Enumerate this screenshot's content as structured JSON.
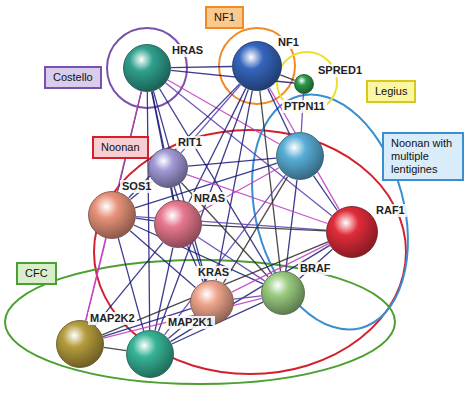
{
  "diagram": {
    "nodes": [
      {
        "text": [
          "HRAS"
        ]
      },
      {
        "text": [
          "NF1"
        ]
      },
      {
        "text": [
          "SPRED1"
        ]
      },
      {
        "text": [
          "PTPN11"
        ]
      },
      {
        "text": [
          "RIT1"
        ]
      },
      {
        "text": [
          "SOS1"
        ]
      },
      {
        "text": [
          "NRAS"
        ]
      },
      {
        "text": [
          "RAF1"
        ]
      },
      {
        "text": [
          "KRAS"
        ]
      },
      {
        "text": [
          "BRAF"
        ]
      },
      {
        "text": [
          "MAP2K2"
        ]
      },
      {
        "text": [
          "MAP2K1"
        ]
      },
      {
        "text": [
          "Costello"
        ]
      },
      {
        "text": [
          "NF1"
        ]
      },
      {
        "text": [
          "Legius"
        ]
      },
      {
        "text": [
          "Noonan"
        ]
      },
      {
        "text": [
          "Noonan with multiple lentigines"
        ]
      },
      {
        "text": [
          "CFC"
        ]
      }
    ],
    "edges": [
      {
        "from": 0,
        "to": 1,
        "arrow": "none"
      },
      {
        "from": 0,
        "to": 2,
        "arrow": "none"
      },
      {
        "from": 0,
        "to": 3,
        "arrow": "none"
      },
      {
        "from": 0,
        "to": 4,
        "arrow": "none"
      },
      {
        "from": 0,
        "to": 5,
        "arrow": "none"
      },
      {
        "from": 0,
        "to": 6,
        "arrow": "none"
      },
      {
        "from": 0,
        "to": 7,
        "arrow": "none"
      },
      {
        "from": 0,
        "to": 8,
        "arrow": "none"
      },
      {
        "from": 0,
        "to": 9,
        "arrow": "none"
      },
      {
        "from": 0,
        "to": 10,
        "arrow": "none"
      },
      {
        "from": 0,
        "to": 11,
        "arrow": "none"
      },
      {
        "from": 1,
        "to": 2,
        "arrow": "none"
      },
      {
        "from": 1,
        "to": 3,
        "arrow": "none"
      },
      {
        "from": 1,
        "to": 4,
        "arrow": "none"
      },
      {
        "from": 1,
        "to": 5,
        "arrow": "none"
      },
      {
        "from": 1,
        "to": 6,
        "arrow": "none"
      },
      {
        "from": 1,
        "to": 7,
        "arrow": "none"
      },
      {
        "from": 1,
        "to": 8,
        "arrow": "none"
      },
      {
        "from": 1,
        "to": 9,
        "arrow": "none"
      },
      {
        "from": 1,
        "to": 11,
        "arrow": "none"
      },
      {
        "from": 2,
        "to": 3,
        "arrow": "none"
      },
      {
        "from": 3,
        "to": 4,
        "arrow": "none"
      },
      {
        "from": 3,
        "to": 5,
        "arrow": "none"
      },
      {
        "from": 3,
        "to": 6,
        "arrow": "none"
      },
      {
        "from": 3,
        "to": 7,
        "arrow": "none"
      },
      {
        "from": 3,
        "to": 8,
        "arrow": "none"
      },
      {
        "from": 3,
        "to": 9,
        "arrow": "none"
      },
      {
        "from": 3,
        "to": 11,
        "arrow": "none"
      },
      {
        "from": 4,
        "to": 5,
        "arrow": "none"
      },
      {
        "from": 4,
        "to": 6,
        "arrow": "none"
      },
      {
        "from": 4,
        "to": 7,
        "arrow": "none"
      },
      {
        "from": 4,
        "to": 8,
        "arrow": "none"
      },
      {
        "from": 4,
        "to": 9,
        "arrow": "none"
      },
      {
        "from": 5,
        "to": 6,
        "arrow": "none"
      },
      {
        "from": 5,
        "to": 7,
        "arrow": "none"
      },
      {
        "from": 5,
        "to": 8,
        "arrow": "none"
      },
      {
        "from": 5,
        "to": 9,
        "arrow": "none"
      },
      {
        "from": 5,
        "to": 10,
        "arrow": "none"
      },
      {
        "from": 5,
        "to": 11,
        "arrow": "none"
      },
      {
        "from": 6,
        "to": 7,
        "arrow": "none"
      },
      {
        "from": 6,
        "to": 8,
        "arrow": "none"
      },
      {
        "from": 6,
        "to": 9,
        "arrow": "none"
      },
      {
        "from": 6,
        "to": 10,
        "arrow": "none"
      },
      {
        "from": 6,
        "to": 11,
        "arrow": "none"
      },
      {
        "from": 7,
        "to": 8,
        "arrow": "none"
      },
      {
        "from": 7,
        "to": 9,
        "arrow": "none"
      },
      {
        "from": 7,
        "to": 10,
        "arrow": "none"
      },
      {
        "from": 7,
        "to": 11,
        "arrow": "none"
      },
      {
        "from": 8,
        "to": 9,
        "arrow": "none"
      },
      {
        "from": 8,
        "to": 10,
        "arrow": "none"
      },
      {
        "from": 8,
        "to": 11,
        "arrow": "none"
      },
      {
        "from": 9,
        "to": 10,
        "arrow": "none"
      },
      {
        "from": 9,
        "to": 11,
        "arrow": "none"
      },
      {
        "from": 10,
        "to": 11,
        "arrow": "none"
      }
    ]
  }
}
